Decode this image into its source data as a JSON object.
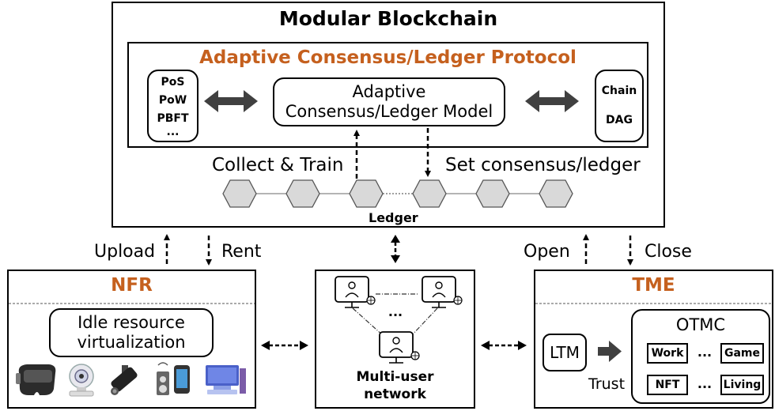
{
  "modular": {
    "title": "Modular Blockchain",
    "protocol_title": "Adaptive Consensus/Ledger Protocol",
    "consensus_list": [
      "PoS",
      "PoW",
      "PBFT",
      "..."
    ],
    "model_line1": "Adaptive",
    "model_line2": "Consensus/Ledger Model",
    "ledger_types": [
      "Chain",
      "DAG"
    ],
    "collect_train": "Collect & Train",
    "set_consensus": "Set consensus/ledger",
    "ledger_label": "Ledger"
  },
  "arrows": {
    "upload": "Upload",
    "rent": "Rent",
    "open": "Open",
    "close": "Close"
  },
  "nfr": {
    "title": "NFR",
    "idle_line1": "Idle resource",
    "idle_line2": "virtualization",
    "devices": [
      "vr-headset",
      "webcam",
      "security-camera",
      "smartphone-speaker",
      "desktop-computer"
    ]
  },
  "network": {
    "dots": "...",
    "label_line1": "Multi-user",
    "label_line2": "network"
  },
  "tme": {
    "title": "TME",
    "otmc": "OTMC",
    "ltm": "LTM",
    "trust": "Trust",
    "tags": [
      "Work",
      "Game",
      "NFT",
      "Living"
    ],
    "dots": "..."
  },
  "colors": {
    "accent": "#C5601E",
    "hexagon": "#D9D9D9"
  }
}
